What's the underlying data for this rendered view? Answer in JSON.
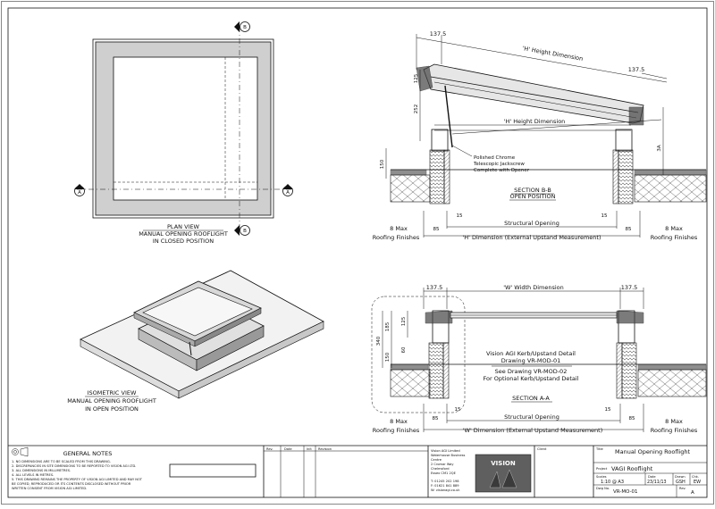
{
  "plan": {
    "section_marker_top": "B",
    "section_marker_bottom": "B",
    "section_marker_left": "A",
    "section_marker_right": "A",
    "caption": [
      "PLAN VIEW",
      "MANUAL OPENING ROOFLIGHT",
      "IN CLOSED POSITION"
    ]
  },
  "section_bb": {
    "dim_137_top": "137.5",
    "height_dim_top": "'H' Height Dimension",
    "dim_137_right": "137.5",
    "dim_125": "125",
    "dim_252": "252",
    "height_dim_mid": "'H' Height Dimension",
    "dim_3a": "3A",
    "dim_150": "150",
    "jack_note": [
      "Polished Chrome",
      "Telescopic Jackscrew",
      "Complete with Opener"
    ],
    "title": "SECTION B-B",
    "subtitle": "OPEN POSITION",
    "dim_15_left": "15",
    "dim_15_right": "15",
    "structural_opening": "Structural Opening",
    "dim_85_left": "85",
    "dim_85_right": "85",
    "max_left": [
      "8 Max",
      "Roofing Finishes"
    ],
    "max_right": [
      "8 Max",
      "Roofing Finishes"
    ],
    "h_dimension": "'H' Dimension (External Upstand Measurement)"
  },
  "iso": {
    "caption": [
      "ISOMETRIC VIEW",
      "MANUAL OPENING ROOFLIGHT",
      "IN OPEN POSITION"
    ]
  },
  "section_aa": {
    "dim_137_left": "137.5",
    "width_dim": "'W' Width Dimension",
    "dim_137_right": "137.5",
    "dim_340": "340",
    "dim_185": "185",
    "dim_125": "125",
    "dim_60": "60",
    "dim_150": "150",
    "kerb_note": [
      "Vision AGI Kerb/Upstand Detail",
      "Drawing VR-MOD-01"
    ],
    "see_note": [
      "See Drawing VR-MOD-02",
      "For Optional Kerb/Upstand Detail"
    ],
    "title": "SECTION A-A",
    "dim_15_left": "15",
    "dim_15_right": "15",
    "structural_opening": "Structural Opening",
    "dim_85_left": "85",
    "dim_85_right": "85",
    "max_left": [
      "8 Max",
      "Roofing Finishes"
    ],
    "max_right": [
      "8 Max",
      "Roofing Finishes"
    ],
    "w_dimension": "'W' Dimension (External Upstand Measurement)"
  },
  "title_block": {
    "general_notes_title": "GENERAL NOTES",
    "notes": [
      "1. NO DIMENSIONS ARE TO BE SCALED FROM THIS DRAWING.",
      "2. DISCREPANCIES IN SITE DIMENSIONS TO BE REPORTED TO VISION AGI LTD.",
      "3. ALL DIMENSIONS IN MILLIMETRES.",
      "4. ALL LEVELS IN METRES.",
      "5. THIS DRAWING REMAINS THE PROPERTY OF VISION AGI LIMITED AND MAY NOT",
      "   BE COPIED, REPRODUCED OR ITS CONTENTS DISCLOSED WITHOUT PRIOR",
      "   WRITTEN CONSENT FROM VISION AGI LIMITED."
    ],
    "rev_head": "Rev.",
    "date_head": "Date",
    "init_head": "Init",
    "revision_head": "Revision",
    "company": [
      "Vision AGI Limited",
      "Waterhouse Business",
      "Centre",
      "2 Cromar Way",
      "Chelmsford",
      "Essex CM1 2QE"
    ],
    "contact": [
      "T: 01245 202 198",
      "F: 01621 841 889",
      "W: visionagi.co.uk"
    ],
    "logo_text": "VISION",
    "client_head": "Client",
    "title_head": "Title",
    "title_value": "Manual Opening Rooflight",
    "project_head": "Project",
    "project_value": "VAGI Rooflight",
    "scales_head": "Scales",
    "scales_value": "1:10 @ A3",
    "date_label": "Date",
    "date_value": "23/11/13",
    "drawn_head": "Drawn",
    "drawn_value": "GSH",
    "chk_head": "Chk.",
    "chk_value": "EW",
    "dwg_head": "Dwg No.",
    "dwg_value": "VR-MO-01",
    "rev_label": "Rev.",
    "rev_value": "A"
  }
}
